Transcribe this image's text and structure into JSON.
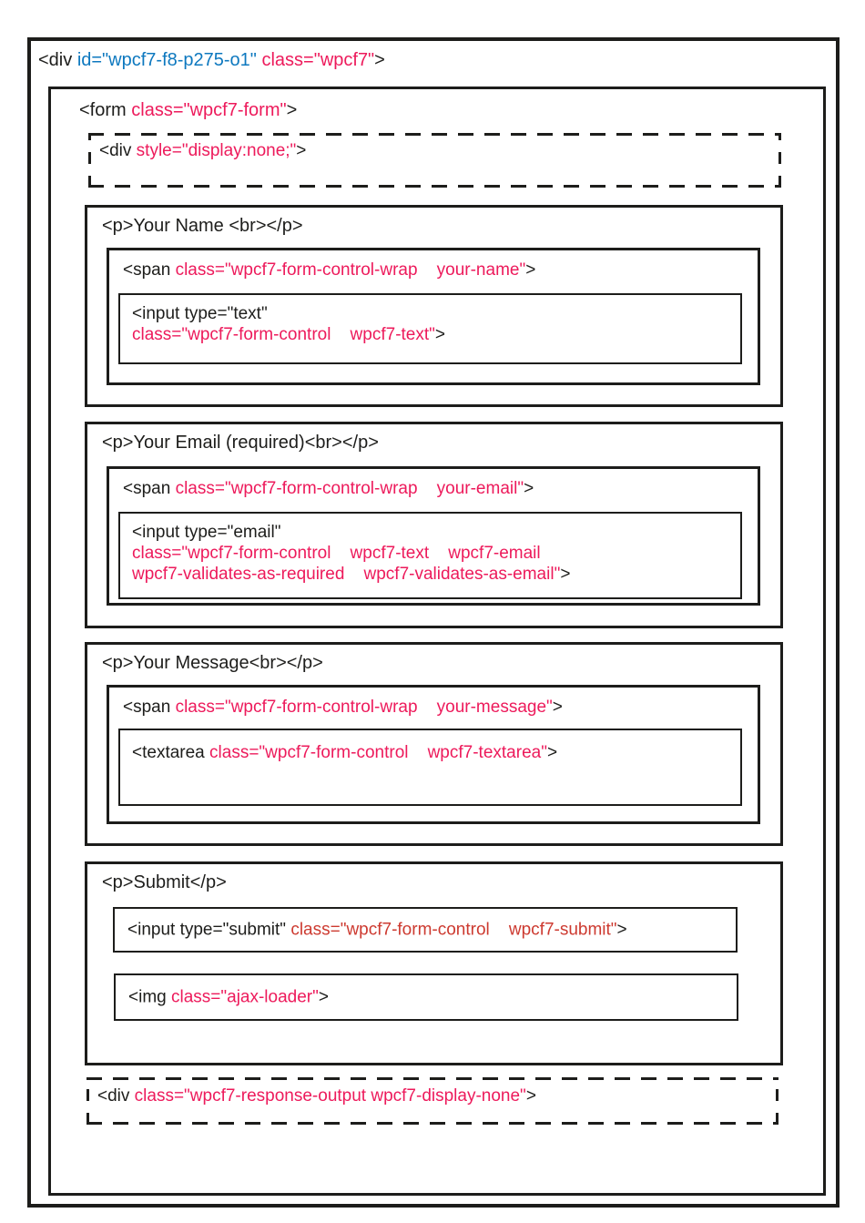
{
  "colors": {
    "tag_black": "#1d1d1b",
    "attr_blue": "#0d78bf",
    "attr_pink": "#ed1a5b",
    "attr_red": "#cd3a30",
    "background": "#ffffff"
  },
  "diagram": {
    "nodes": {
      "wpcf7_div": {
        "lines": [
          [
            {
              "t": "<div ",
              "c": "black"
            },
            {
              "t": "id=\"wpcf7-f8-p275-o1\"",
              "c": "blue"
            },
            {
              "t": " ",
              "c": "black"
            },
            {
              "t": "class=\"wpcf7\"",
              "c": "pink"
            },
            {
              "t": ">",
              "c": "black"
            }
          ]
        ]
      },
      "form": {
        "lines": [
          [
            {
              "t": "<form ",
              "c": "black"
            },
            {
              "t": "class=\"wpcf7-form\"",
              "c": "pink"
            },
            {
              "t": ">",
              "c": "black"
            }
          ]
        ]
      },
      "hidden_div": {
        "lines": [
          [
            {
              "t": "<div ",
              "c": "black"
            },
            {
              "t": "style=\"display:none;\"",
              "c": "pink"
            },
            {
              "t": ">",
              "c": "black"
            }
          ]
        ]
      },
      "name_p": {
        "lines": [
          [
            {
              "t": "<p>Your Name <br></p>",
              "c": "black"
            }
          ]
        ]
      },
      "name_span": {
        "lines": [
          [
            {
              "t": "<span ",
              "c": "black"
            },
            {
              "t": "class=\"wpcf7-form-control-wrap    your-name\"",
              "c": "pink"
            },
            {
              "t": ">",
              "c": "black"
            }
          ]
        ]
      },
      "name_input": {
        "lines": [
          [
            {
              "t": "<input type=\"text\"",
              "c": "black"
            }
          ],
          [
            {
              "t": "class=\"wpcf7-form-control    wpcf7-text\"",
              "c": "pink"
            },
            {
              "t": ">",
              "c": "black"
            }
          ]
        ]
      },
      "email_p": {
        "lines": [
          [
            {
              "t": "<p>Your Email (required)<br></p>",
              "c": "black"
            }
          ]
        ]
      },
      "email_span": {
        "lines": [
          [
            {
              "t": "<span ",
              "c": "black"
            },
            {
              "t": "class=\"wpcf7-form-control-wrap    your-email\"",
              "c": "pink"
            },
            {
              "t": ">",
              "c": "black"
            }
          ]
        ]
      },
      "email_input": {
        "lines": [
          [
            {
              "t": "<input type=\"email\"",
              "c": "black"
            }
          ],
          [
            {
              "t": "class=\"wpcf7-form-control    wpcf7-text    wpcf7-email",
              "c": "pink"
            }
          ],
          [
            {
              "t": "wpcf7-validates-as-required    wpcf7-validates-as-email\"",
              "c": "pink"
            },
            {
              "t": ">",
              "c": "black"
            }
          ]
        ]
      },
      "message_p": {
        "lines": [
          [
            {
              "t": "<p>Your Message<br></p>",
              "c": "black"
            }
          ]
        ]
      },
      "message_span": {
        "lines": [
          [
            {
              "t": "<span ",
              "c": "black"
            },
            {
              "t": "class=\"wpcf7-form-control-wrap    your-message\"",
              "c": "pink"
            },
            {
              "t": ">",
              "c": "black"
            }
          ]
        ]
      },
      "message_textarea": {
        "lines": [
          [
            {
              "t": "<textarea ",
              "c": "black"
            },
            {
              "t": "class=\"wpcf7-form-control    wpcf7-textarea\"",
              "c": "pink"
            },
            {
              "t": ">",
              "c": "black"
            }
          ]
        ]
      },
      "submit_p": {
        "lines": [
          [
            {
              "t": "<p>Submit</p>",
              "c": "black"
            }
          ]
        ]
      },
      "submit_input": {
        "lines": [
          [
            {
              "t": "<input type=\"submit\" ",
              "c": "black"
            },
            {
              "t": "class=\"wpcf7-form-control    wpcf7-submit\"",
              "c": "red"
            },
            {
              "t": ">",
              "c": "black"
            }
          ]
        ]
      },
      "ajax_loader_img": {
        "lines": [
          [
            {
              "t": "<img ",
              "c": "black"
            },
            {
              "t": "class=\"ajax-loader\"",
              "c": "pink"
            },
            {
              "t": ">",
              "c": "black"
            }
          ]
        ]
      },
      "response_output": {
        "lines": [
          [
            {
              "t": "<div ",
              "c": "black"
            },
            {
              "t": "class=\"wpcf7-response-output wpcf7-display-none\"",
              "c": "pink"
            },
            {
              "t": ">",
              "c": "black"
            }
          ]
        ]
      }
    }
  }
}
